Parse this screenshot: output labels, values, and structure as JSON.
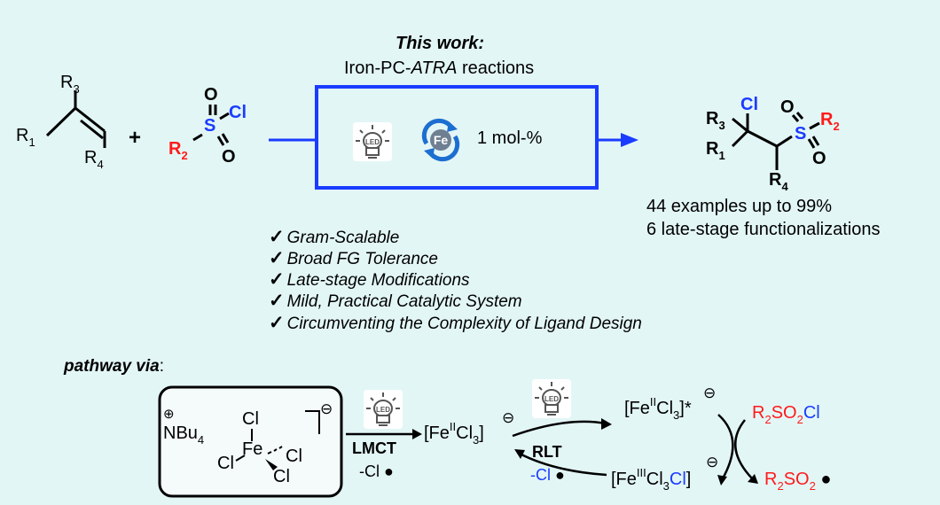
{
  "header": {
    "title": "This work:",
    "subtitle_pre": "Iron-PC-",
    "subtitle_ital": "ATRA",
    "subtitle_post": " reactions"
  },
  "alkene": {
    "r1": "R",
    "r1_sub": "1",
    "r3": "R",
    "r3_sub": "3",
    "r4": "R",
    "r4_sub": "4"
  },
  "plus": "+",
  "sulfonyl": {
    "s": "S",
    "o": "O",
    "cl": "Cl",
    "r2": "R",
    "r2_sub": "2"
  },
  "catalysis_box": {
    "led_icon": "led-bulb-icon",
    "fe_icon": "fe-recycle-icon",
    "fe_label": "Fe",
    "led_label": "LED",
    "loading": "1 mol-%"
  },
  "product": {
    "cl": "Cl",
    "r3": "R",
    "r3_sub": "3",
    "r1": "R",
    "r1_sub": "1",
    "r4": "R",
    "r4_sub": "4",
    "s": "S",
    "o": "O",
    "r2": "R",
    "r2_sub": "2"
  },
  "results": [
    "44 examples up to 99%",
    "6 late-stage functionalizations"
  ],
  "features": {
    "check": "✓",
    "items": [
      "Gram-Scalable",
      "Broad FG Tolerance",
      "Late-stage Modifications",
      "Mild, Practical Catalytic System",
      "Circumventing the Complexity of Ligand Design"
    ]
  },
  "pathway": {
    "label": "pathway via",
    "colon": ":",
    "complex": {
      "nbu": "NBu",
      "nbu_sub": "4",
      "plus": "⊕",
      "fe": "Fe",
      "cl": "Cl",
      "minus": "⊖"
    },
    "lmct": "LMCT",
    "cl_radical": "-Cl",
    "rlt": "RLT",
    "species": {
      "fe2_a": "[Fe",
      "fe2_ox": "II",
      "fe2_b": "Cl",
      "fe2_sub": "3",
      "fe2_c": "]",
      "fe2s_a": "[Fe",
      "fe2s_ox": "II",
      "fe2s_b": "Cl",
      "fe2s_sub": "3",
      "fe2s_c": "]*",
      "fe3_a": "[Fe",
      "fe3_ox": "III",
      "fe3_b": "Cl",
      "fe3_sub": "3",
      "fe3_cl": "Cl",
      "fe3_c": "]",
      "minus": "⊖"
    },
    "reagent": {
      "a": "R",
      "a_sub": "2",
      "b": "SO",
      "b_sub": "2",
      "c": "Cl"
    },
    "radical": {
      "a": "R",
      "a_sub": "2",
      "b": "SO",
      "b_sub": "2"
    }
  },
  "colors": {
    "background": "#e3f6f6",
    "accent_blue": "#1a3cff",
    "accent_red": "#ff1a1a"
  }
}
